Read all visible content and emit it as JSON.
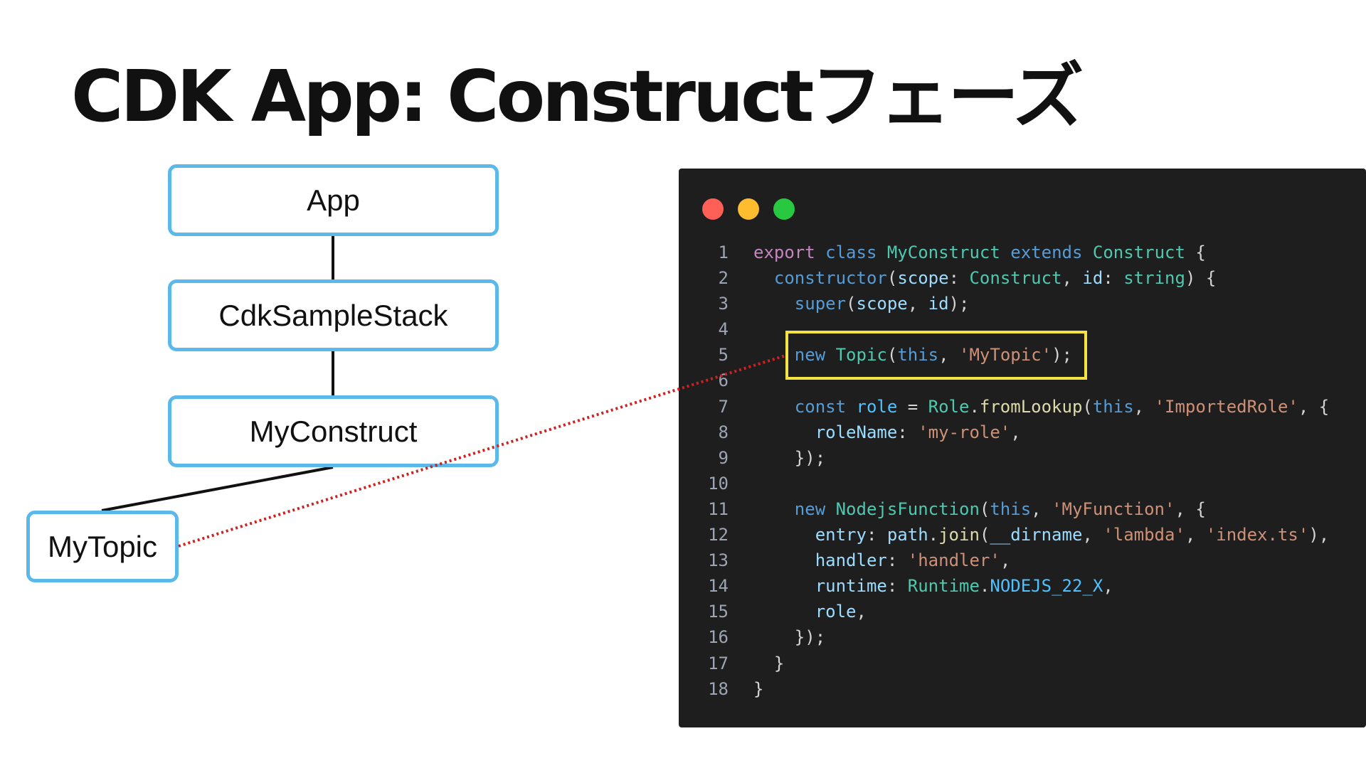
{
  "title": "CDK App: Constructフェーズ",
  "tree": {
    "nodes": {
      "app": "App",
      "stack": "CdkSampleStack",
      "construct": "MyConstruct",
      "topic": "MyTopic"
    }
  },
  "colors": {
    "node_border": "#5ab9ea",
    "connector": "#cc2222",
    "highlight": "#f4e342",
    "code_background": "#1e1e1e"
  },
  "code": {
    "window_controls": [
      "red-dot",
      "yellow-dot",
      "green-dot"
    ],
    "highlighted_line": 5,
    "lines": [
      {
        "n": "1",
        "tokens": [
          {
            "t": "export",
            "c": "kw-purple"
          },
          {
            "t": " ",
            "c": "punc"
          },
          {
            "t": "class",
            "c": "kw-blue"
          },
          {
            "t": " ",
            "c": "punc"
          },
          {
            "t": "MyConstruct",
            "c": "type"
          },
          {
            "t": " ",
            "c": "punc"
          },
          {
            "t": "extends",
            "c": "kw-blue"
          },
          {
            "t": " ",
            "c": "punc"
          },
          {
            "t": "Construct",
            "c": "type"
          },
          {
            "t": " {",
            "c": "punc"
          }
        ]
      },
      {
        "n": "2",
        "tokens": [
          {
            "t": "  ",
            "c": "punc"
          },
          {
            "t": "constructor",
            "c": "kw-blue"
          },
          {
            "t": "(",
            "c": "punc"
          },
          {
            "t": "scope",
            "c": "var"
          },
          {
            "t": ": ",
            "c": "punc"
          },
          {
            "t": "Construct",
            "c": "type"
          },
          {
            "t": ", ",
            "c": "punc"
          },
          {
            "t": "id",
            "c": "var"
          },
          {
            "t": ": ",
            "c": "punc"
          },
          {
            "t": "string",
            "c": "type"
          },
          {
            "t": ") {",
            "c": "punc"
          }
        ]
      },
      {
        "n": "3",
        "tokens": [
          {
            "t": "    ",
            "c": "punc"
          },
          {
            "t": "super",
            "c": "kw-blue"
          },
          {
            "t": "(",
            "c": "punc"
          },
          {
            "t": "scope",
            "c": "var"
          },
          {
            "t": ", ",
            "c": "punc"
          },
          {
            "t": "id",
            "c": "var"
          },
          {
            "t": ");",
            "c": "punc"
          }
        ]
      },
      {
        "n": "4",
        "tokens": []
      },
      {
        "n": "5",
        "tokens": [
          {
            "t": "    ",
            "c": "punc"
          },
          {
            "t": "new",
            "c": "kw-blue"
          },
          {
            "t": " ",
            "c": "punc"
          },
          {
            "t": "Topic",
            "c": "type"
          },
          {
            "t": "(",
            "c": "punc"
          },
          {
            "t": "this",
            "c": "kw-blue"
          },
          {
            "t": ", ",
            "c": "punc"
          },
          {
            "t": "'MyTopic'",
            "c": "str"
          },
          {
            "t": ");",
            "c": "punc"
          }
        ]
      },
      {
        "n": "6",
        "tokens": []
      },
      {
        "n": "7",
        "tokens": [
          {
            "t": "    ",
            "c": "punc"
          },
          {
            "t": "const",
            "c": "kw-blue"
          },
          {
            "t": " ",
            "c": "punc"
          },
          {
            "t": "role",
            "c": "const"
          },
          {
            "t": " = ",
            "c": "punc"
          },
          {
            "t": "Role",
            "c": "type"
          },
          {
            "t": ".",
            "c": "punc"
          },
          {
            "t": "fromLookup",
            "c": "func"
          },
          {
            "t": "(",
            "c": "punc"
          },
          {
            "t": "this",
            "c": "kw-blue"
          },
          {
            "t": ", ",
            "c": "punc"
          },
          {
            "t": "'ImportedRole'",
            "c": "str"
          },
          {
            "t": ", {",
            "c": "punc"
          }
        ]
      },
      {
        "n": "8",
        "tokens": [
          {
            "t": "      ",
            "c": "punc"
          },
          {
            "t": "roleName",
            "c": "var"
          },
          {
            "t": ": ",
            "c": "punc"
          },
          {
            "t": "'my-role'",
            "c": "str"
          },
          {
            "t": ",",
            "c": "punc"
          }
        ]
      },
      {
        "n": "9",
        "tokens": [
          {
            "t": "    });",
            "c": "punc"
          }
        ]
      },
      {
        "n": "10",
        "tokens": []
      },
      {
        "n": "11",
        "tokens": [
          {
            "t": "    ",
            "c": "punc"
          },
          {
            "t": "new",
            "c": "kw-blue"
          },
          {
            "t": " ",
            "c": "punc"
          },
          {
            "t": "NodejsFunction",
            "c": "type"
          },
          {
            "t": "(",
            "c": "punc"
          },
          {
            "t": "this",
            "c": "kw-blue"
          },
          {
            "t": ", ",
            "c": "punc"
          },
          {
            "t": "'MyFunction'",
            "c": "str"
          },
          {
            "t": ", {",
            "c": "punc"
          }
        ]
      },
      {
        "n": "12",
        "tokens": [
          {
            "t": "      ",
            "c": "punc"
          },
          {
            "t": "entry",
            "c": "var"
          },
          {
            "t": ": ",
            "c": "punc"
          },
          {
            "t": "path",
            "c": "var"
          },
          {
            "t": ".",
            "c": "punc"
          },
          {
            "t": "join",
            "c": "func"
          },
          {
            "t": "(",
            "c": "punc"
          },
          {
            "t": "__dirname",
            "c": "var"
          },
          {
            "t": ", ",
            "c": "punc"
          },
          {
            "t": "'lambda'",
            "c": "str"
          },
          {
            "t": ", ",
            "c": "punc"
          },
          {
            "t": "'index.ts'",
            "c": "str"
          },
          {
            "t": "),",
            "c": "punc"
          }
        ]
      },
      {
        "n": "13",
        "tokens": [
          {
            "t": "      ",
            "c": "punc"
          },
          {
            "t": "handler",
            "c": "var"
          },
          {
            "t": ": ",
            "c": "punc"
          },
          {
            "t": "'handler'",
            "c": "str"
          },
          {
            "t": ",",
            "c": "punc"
          }
        ]
      },
      {
        "n": "14",
        "tokens": [
          {
            "t": "      ",
            "c": "punc"
          },
          {
            "t": "runtime",
            "c": "var"
          },
          {
            "t": ": ",
            "c": "punc"
          },
          {
            "t": "Runtime",
            "c": "type"
          },
          {
            "t": ".",
            "c": "punc"
          },
          {
            "t": "NODEJS_22_X",
            "c": "const"
          },
          {
            "t": ",",
            "c": "punc"
          }
        ]
      },
      {
        "n": "15",
        "tokens": [
          {
            "t": "      ",
            "c": "punc"
          },
          {
            "t": "role",
            "c": "var"
          },
          {
            "t": ",",
            "c": "punc"
          }
        ]
      },
      {
        "n": "16",
        "tokens": [
          {
            "t": "    });",
            "c": "punc"
          }
        ]
      },
      {
        "n": "17",
        "tokens": [
          {
            "t": "  }",
            "c": "punc"
          }
        ]
      },
      {
        "n": "18",
        "tokens": [
          {
            "t": "}",
            "c": "punc"
          }
        ]
      }
    ]
  }
}
